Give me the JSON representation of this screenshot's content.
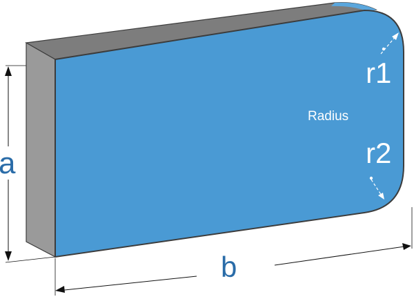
{
  "diagram": {
    "labels": {
      "a": "a",
      "b": "b",
      "r1": "r1",
      "r2": "r2",
      "radius": "Radius"
    },
    "colors": {
      "front_face": "#4a9ad4",
      "top_face": "#7d7d7d",
      "side_face": "#9a9a9a",
      "outline": "#3c3c3c",
      "dimension_lines": "#111111",
      "dimension_text": "#2a6ca8",
      "arrow_white": "#ffffff"
    }
  }
}
